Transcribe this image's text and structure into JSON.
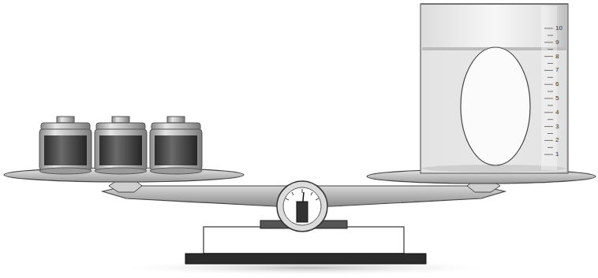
{
  "diagram": {
    "labels": [
      "10",
      "9",
      "8",
      "7",
      "6",
      "5",
      "4",
      "3",
      "2",
      "1"
    ]
  }
}
